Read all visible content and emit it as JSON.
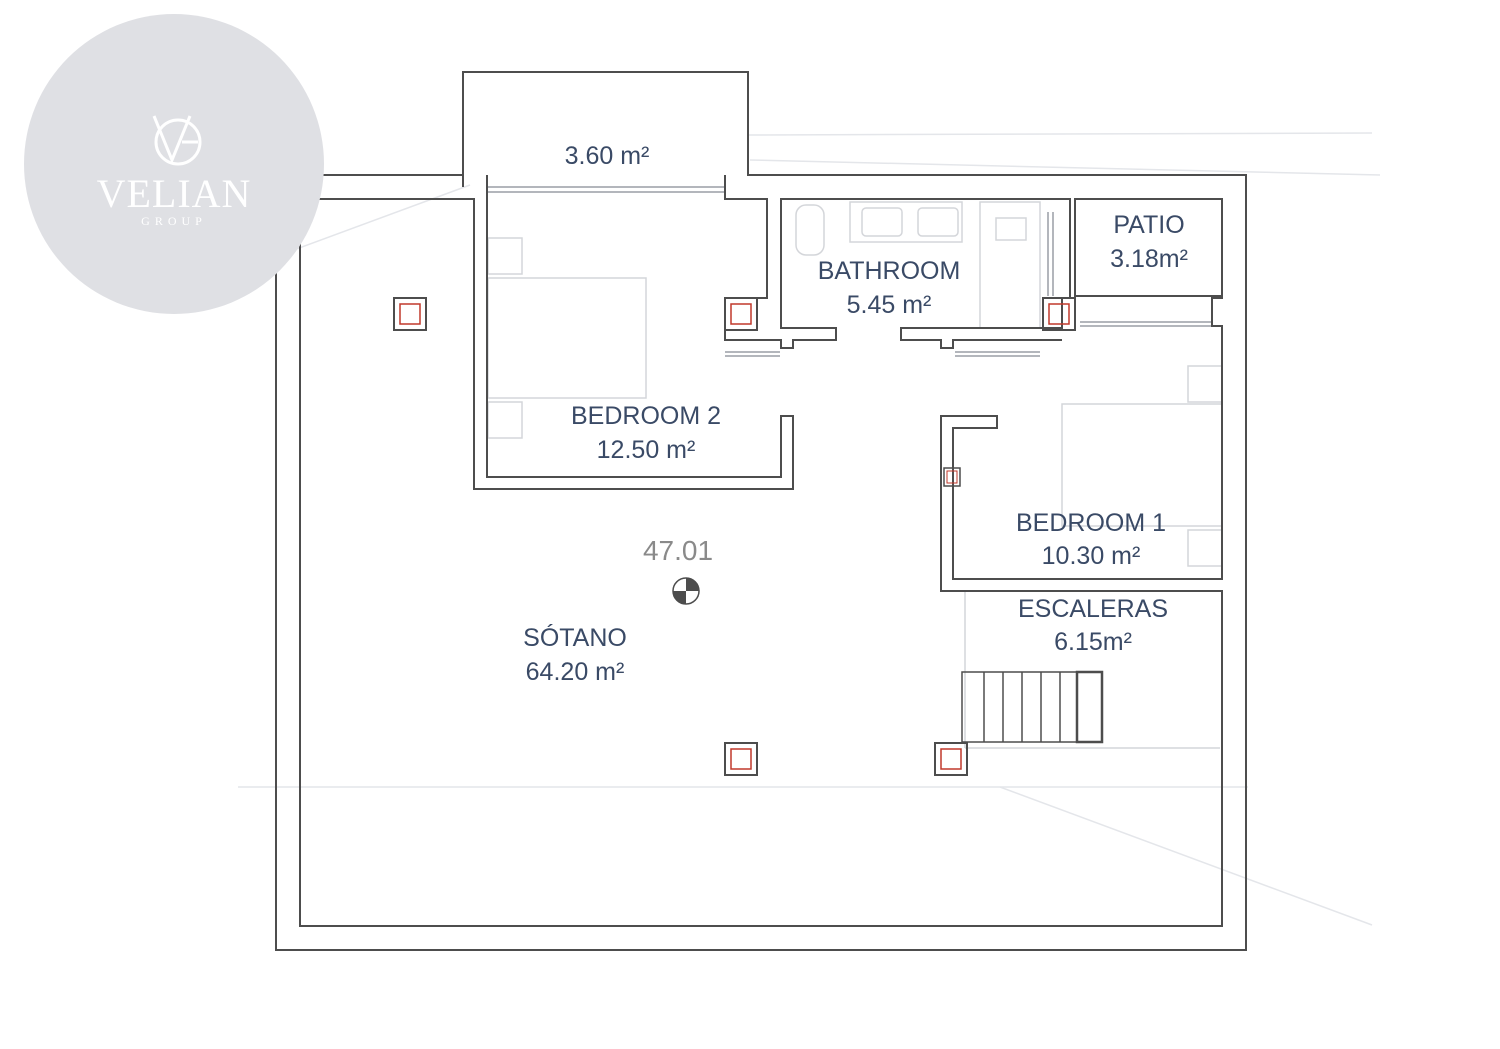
{
  "logo": {
    "brand": "VELIAN",
    "sub": "GROUP",
    "monogram": "VG",
    "circle_color": "#dfe0e4"
  },
  "plan": {
    "elevation": "47.01",
    "wall_color": "#4d4d4d",
    "label_color": "#3a4a66",
    "column_color": "#c0392b",
    "rooms": {
      "terrace": {
        "area": "3.60 m²"
      },
      "bedroom2": {
        "name": "BEDROOM 2",
        "area": "12.50 m²"
      },
      "bathroom": {
        "name": "BATHROOM",
        "area": "5.45 m²"
      },
      "patio": {
        "name": "PATIO",
        "area": "3.18m²"
      },
      "bedroom1": {
        "name": "BEDROOM 1",
        "area": "10.30 m²"
      },
      "escaleras": {
        "name": "ESCALERAS",
        "area": "6.15m²"
      },
      "sotano": {
        "name": "SÓTANO",
        "area": "64.20 m²"
      }
    }
  }
}
